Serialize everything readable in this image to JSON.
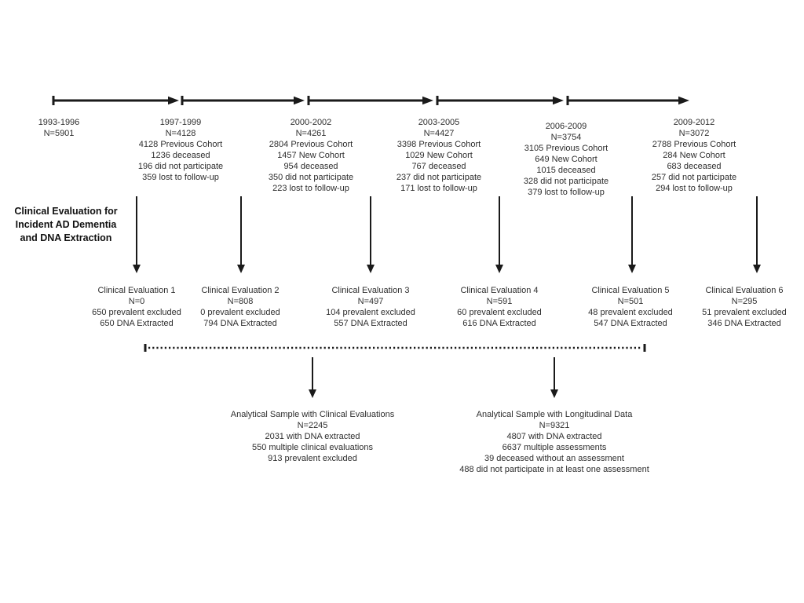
{
  "diagram": {
    "title_hint": "Cohort follow-up flow with clinical evaluations and analytical samples",
    "colors": {
      "line": "#1a1a1a",
      "text": "#2e2e2e",
      "label_text": "#101010",
      "background": "#ffffff"
    },
    "periods": [
      {
        "lines": [
          "1993-1996",
          "N=5901"
        ]
      },
      {
        "lines": [
          "1997-1999",
          "N=4128",
          "4128 Previous Cohort",
          "1236 deceased",
          "196 did not participate",
          "359 lost to follow-up"
        ]
      },
      {
        "lines": [
          "2000-2002",
          "N=4261",
          "2804 Previous Cohort",
          "1457 New Cohort",
          "954 deceased",
          "350 did not participate",
          "223 lost to follow-up"
        ]
      },
      {
        "lines": [
          "2003-2005",
          "N=4427",
          "3398 Previous Cohort",
          "1029 New Cohort",
          "767 deceased",
          "237 did not participate",
          "171 lost to follow-up"
        ]
      },
      {
        "lines": [
          "2006-2009",
          "N=3754",
          "3105 Previous Cohort",
          "649 New Cohort",
          "1015 deceased",
          "328 did not participate",
          "379 lost to follow-up"
        ]
      },
      {
        "lines": [
          "2009-2012",
          "N=3072",
          "2788 Previous Cohort",
          "284 New Cohort",
          "683 deceased",
          "257 did not participate",
          "294 lost to follow-up"
        ]
      }
    ],
    "side_label": {
      "lines": [
        "Clinical Evaluation for",
        "Incident AD Dementia",
        "and DNA Extraction"
      ]
    },
    "evaluations": [
      {
        "lines": [
          "Clinical Evaluation 1",
          "N=0",
          "650 prevalent excluded",
          "650 DNA Extracted"
        ]
      },
      {
        "lines": [
          "Clinical Evaluation 2",
          "N=808",
          "0 prevalent excluded",
          "794 DNA Extracted"
        ]
      },
      {
        "lines": [
          "Clinical Evaluation 3",
          "N=497",
          "104 prevalent excluded",
          "557 DNA Extracted"
        ]
      },
      {
        "lines": [
          "Clinical Evaluation 4",
          "N=591",
          "60 prevalent excluded",
          "616 DNA Extracted"
        ]
      },
      {
        "lines": [
          "Clinical Evaluation 5",
          "N=501",
          "48 prevalent excluded",
          "547 DNA Extracted"
        ]
      },
      {
        "lines": [
          "Clinical Evaluation 6",
          "N=295",
          "51 prevalent excluded",
          "346 DNA Extracted"
        ]
      }
    ],
    "analysis": [
      {
        "lines": [
          "Analytical Sample with Clinical Evaluations",
          "N=2245",
          "2031 with DNA extracted",
          "550 multiple clinical evaluations",
          "913 prevalent excluded"
        ]
      },
      {
        "lines": [
          "Analytical Sample with Longitudinal Data",
          "N=9321",
          "4807 with DNA extracted",
          "6637 multiple assessments",
          "39 deceased without an assessment",
          "488 did not participate in at least one assessment"
        ]
      }
    ]
  }
}
